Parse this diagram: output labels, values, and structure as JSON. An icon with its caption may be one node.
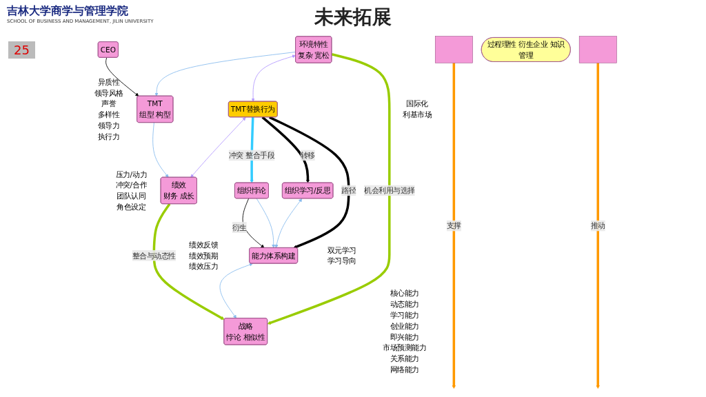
{
  "diagram": {
    "title": "未来拓展",
    "nodes": [
      {
        "text": [
          "CEO"
        ],
        "beside": [
          "异质性",
          "领导风格",
          "声誉",
          "多样性",
          "领导力",
          "执行力"
        ]
      },
      {
        "text": [
          "TMT",
          "组型 构型"
        ],
        "beside": [
          "压力/动力",
          "冲突/合作",
          "团队认同",
          "角色设定"
        ]
      },
      {
        "text": [
          "环境特性",
          "复杂 宽松"
        ],
        "beside": [
          "国际化",
          "利基市场"
        ]
      },
      {
        "text": [
          "TMT替换行为"
        ]
      },
      {
        "text": [
          "绩效",
          "财务 成长"
        ],
        "beside": [
          "绩效反馈",
          "绩效预期",
          "绩效压力"
        ]
      },
      {
        "text": [
          "组织悖论"
        ]
      },
      {
        "text": [
          "组织学习/反思"
        ],
        "beside": [
          "双元学习",
          "学习导向"
        ]
      },
      {
        "text": [
          "能力体系构建"
        ],
        "beside": [
          "核心能力",
          "动态能力",
          "学习能力",
          "创业能力",
          "即兴能力",
          "市场预测能力",
          "关系能力",
          "网络能力"
        ]
      },
      {
        "text": [
          "战略",
          "悖论 相似性"
        ]
      },
      {
        "text": [],
        "shape": "box"
      },
      {
        "text": [
          "过程理性 衍生企业 知识管理"
        ]
      },
      {
        "text": [],
        "shape": "box"
      }
    ],
    "edges": [
      {
        "from": 0,
        "to": 1,
        "arrow": "to",
        "color": "#000000"
      },
      {
        "from": 2,
        "to": 1,
        "arrow": "to"
      },
      {
        "from": 1,
        "to": 4,
        "arrow": "to"
      },
      {
        "from": 2,
        "to": 3,
        "arrow": "both",
        "color": "#b399ff"
      },
      {
        "from": 3,
        "to": 4,
        "arrow": "both",
        "color": "#b399ff"
      },
      {
        "from": 3,
        "to": 5,
        "arrow": "to",
        "label": "冲突 整合手段",
        "style": "thick",
        "color": "#33ccff"
      },
      {
        "from": 3,
        "to": 6,
        "arrow": "to",
        "label": "转移",
        "style": "thick",
        "color": "#000000"
      },
      {
        "from": 3,
        "to": 7,
        "arrow": "to",
        "label": "路径",
        "style": "thick",
        "color": "#000000"
      },
      {
        "from": 5,
        "to": 7,
        "arrow": "to",
        "label": "衍生",
        "color": "#000000"
      },
      {
        "from": 5,
        "to": 7,
        "arrow": "to"
      },
      {
        "from": 2,
        "to": 8,
        "arrow": "to",
        "label": "机会利用与选择",
        "style": "thick",
        "color": "#99cc00"
      },
      {
        "from": 4,
        "to": 8,
        "arrow": "to",
        "label": "整合与动态性",
        "style": "thick",
        "color": "#99cc00"
      },
      {
        "from": 6,
        "to": 7,
        "arrow": "both"
      },
      {
        "from": 7,
        "to": 8,
        "arrow": "both"
      },
      {
        "from": 9,
        "to": null,
        "arrow": "to",
        "label": "支撑",
        "style": "thick",
        "color": "#ff9900"
      },
      {
        "from": 11,
        "to": null,
        "arrow": "to",
        "label": "推动",
        "style": "thick",
        "color": "#ff9900"
      }
    ],
    "labels": [
      "吉林大学商学与管理学院",
      "SCHOOL OF BUSINESS AND MANAGEMENT, JILIN UNIVERSITY",
      "25"
    ]
  }
}
